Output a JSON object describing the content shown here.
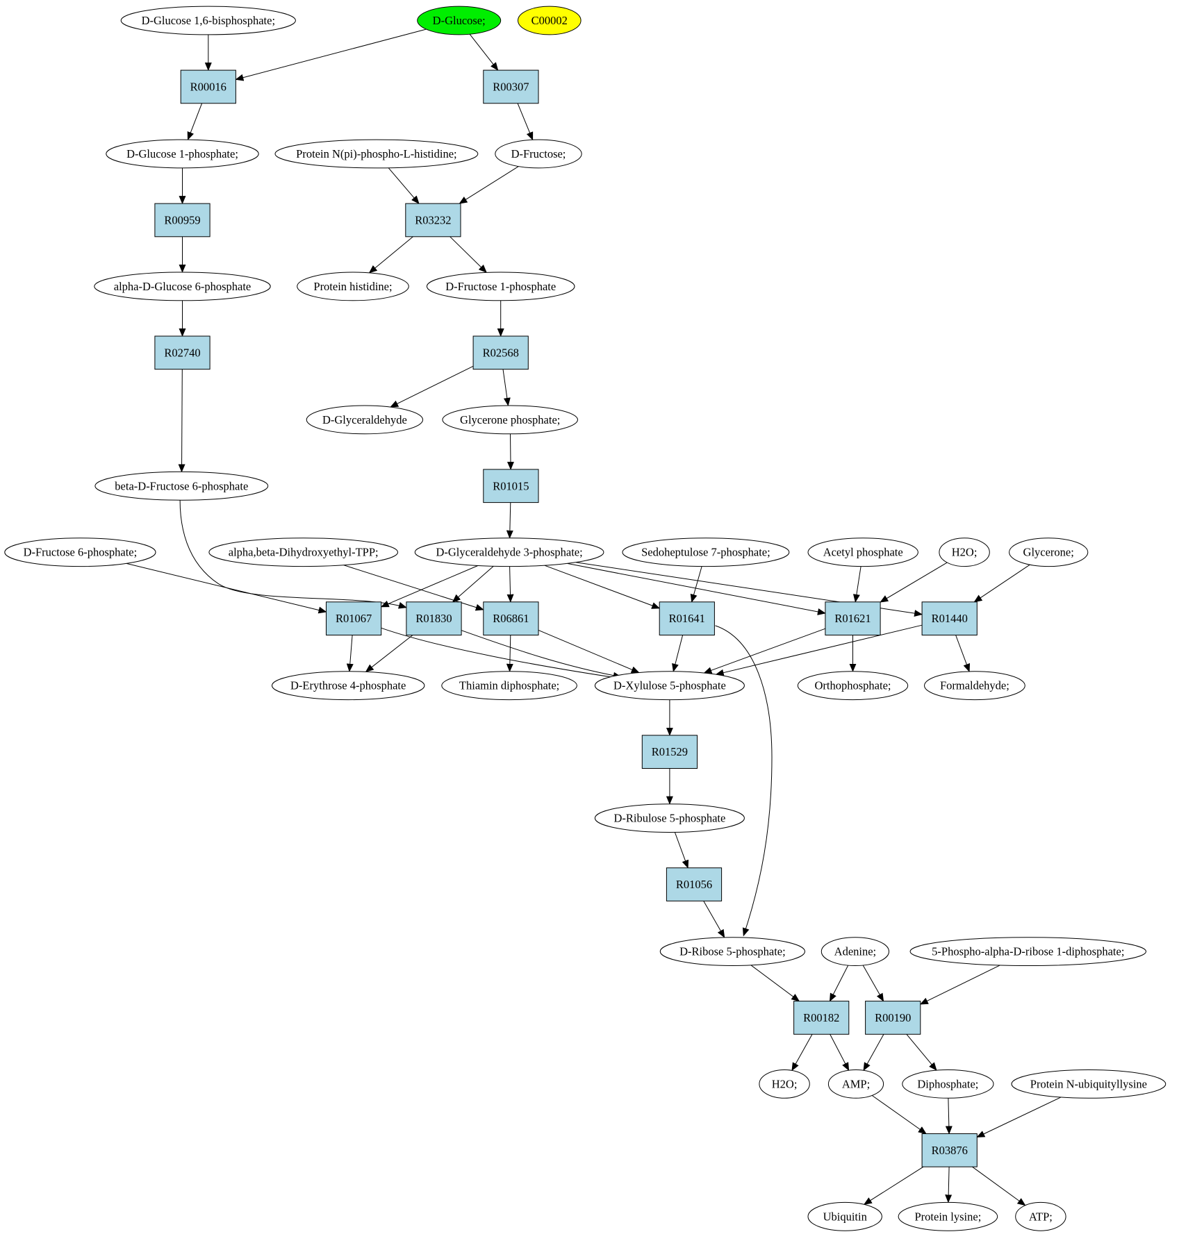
{
  "colors": {
    "background": "#ffffff",
    "compound_fill": "#ffffff",
    "reaction_fill": "#add8e6",
    "highlight_start": "#00ee00",
    "highlight_target": "#ffff00",
    "stroke": "#000000"
  },
  "nodes": [
    {
      "id": "c_glc16bp",
      "type": "compound",
      "label": "D-Glucose 1,6-bisphosphate;"
    },
    {
      "id": "c_glucose",
      "type": "compound",
      "label": "D-Glucose;",
      "fill": "#00ee00"
    },
    {
      "id": "c_c00002",
      "type": "compound",
      "label": "C00002",
      "fill": "#ffff00"
    },
    {
      "id": "r_R00016",
      "type": "reaction",
      "label": "R00016"
    },
    {
      "id": "r_R00307",
      "type": "reaction",
      "label": "R00307"
    },
    {
      "id": "c_glc1p",
      "type": "compound",
      "label": "D-Glucose 1-phosphate;"
    },
    {
      "id": "c_protnphis",
      "type": "compound",
      "label": "Protein N(pi)-phospho-L-histidine;"
    },
    {
      "id": "c_fructose",
      "type": "compound",
      "label": "D-Fructose;"
    },
    {
      "id": "r_R00959",
      "type": "reaction",
      "label": "R00959"
    },
    {
      "id": "r_R03232",
      "type": "reaction",
      "label": "R03232"
    },
    {
      "id": "c_aglc6p",
      "type": "compound",
      "label": "alpha-D-Glucose 6-phosphate"
    },
    {
      "id": "c_prothis",
      "type": "compound",
      "label": "Protein histidine;"
    },
    {
      "id": "c_fru1p",
      "type": "compound",
      "label": "D-Fructose 1-phosphate"
    },
    {
      "id": "r_R02740",
      "type": "reaction",
      "label": "R02740"
    },
    {
      "id": "r_R02568",
      "type": "reaction",
      "label": "R02568"
    },
    {
      "id": "c_glyceraldehyde",
      "type": "compound",
      "label": "D-Glyceraldehyde"
    },
    {
      "id": "c_dhap",
      "type": "compound",
      "label": "Glycerone phosphate;"
    },
    {
      "id": "r_R01015",
      "type": "reaction",
      "label": "R01015"
    },
    {
      "id": "c_bfru6p",
      "type": "compound",
      "label": "beta-D-Fructose 6-phosphate"
    },
    {
      "id": "c_fru6p",
      "type": "compound",
      "label": "D-Fructose 6-phosphate;"
    },
    {
      "id": "c_ahtpp",
      "type": "compound",
      "label": "alpha,beta-Dihydroxyethyl-TPP;"
    },
    {
      "id": "c_g3p",
      "type": "compound",
      "label": "D-Glyceraldehyde 3-phosphate;"
    },
    {
      "id": "c_s7p",
      "type": "compound",
      "label": "Sedoheptulose 7-phosphate;"
    },
    {
      "id": "c_acp",
      "type": "compound",
      "label": "Acetyl phosphate"
    },
    {
      "id": "c_h2o_a",
      "type": "compound",
      "label": "H2O;"
    },
    {
      "id": "c_glycerone",
      "type": "compound",
      "label": "Glycerone;"
    },
    {
      "id": "r_R01067",
      "type": "reaction",
      "label": "R01067"
    },
    {
      "id": "r_R01830",
      "type": "reaction",
      "label": "R01830"
    },
    {
      "id": "r_R06861",
      "type": "reaction",
      "label": "R06861"
    },
    {
      "id": "r_R01641",
      "type": "reaction",
      "label": "R01641"
    },
    {
      "id": "r_R01621",
      "type": "reaction",
      "label": "R01621"
    },
    {
      "id": "r_R01440",
      "type": "reaction",
      "label": "R01440"
    },
    {
      "id": "c_e4p",
      "type": "compound",
      "label": "D-Erythrose 4-phosphate"
    },
    {
      "id": "c_tpp",
      "type": "compound",
      "label": "Thiamin diphosphate;"
    },
    {
      "id": "c_xu5p",
      "type": "compound",
      "label": "D-Xylulose 5-phosphate"
    },
    {
      "id": "c_pi",
      "type": "compound",
      "label": "Orthophosphate;"
    },
    {
      "id": "c_formaldehyde",
      "type": "compound",
      "label": "Formaldehyde;"
    },
    {
      "id": "r_R01529",
      "type": "reaction",
      "label": "R01529"
    },
    {
      "id": "c_ru5p",
      "type": "compound",
      "label": "D-Ribulose 5-phosphate"
    },
    {
      "id": "r_R01056",
      "type": "reaction",
      "label": "R01056"
    },
    {
      "id": "c_r5p",
      "type": "compound",
      "label": "D-Ribose 5-phosphate;"
    },
    {
      "id": "c_adenine",
      "type": "compound",
      "label": "Adenine;"
    },
    {
      "id": "c_prpp",
      "type": "compound",
      "label": "5-Phospho-alpha-D-ribose 1-diphosphate;"
    },
    {
      "id": "r_R00182",
      "type": "reaction",
      "label": "R00182"
    },
    {
      "id": "r_R00190",
      "type": "reaction",
      "label": "R00190"
    },
    {
      "id": "c_h2o_b",
      "type": "compound",
      "label": "H2O;"
    },
    {
      "id": "c_amp",
      "type": "compound",
      "label": "AMP;"
    },
    {
      "id": "c_ppi",
      "type": "compound",
      "label": "Diphosphate;"
    },
    {
      "id": "c_protubq",
      "type": "compound",
      "label": "Protein N-ubiquityllysine"
    },
    {
      "id": "r_R03876",
      "type": "reaction",
      "label": "R03876"
    },
    {
      "id": "c_ubiquitin",
      "type": "compound",
      "label": "Ubiquitin"
    },
    {
      "id": "c_protlys",
      "type": "compound",
      "label": "Protein lysine;"
    },
    {
      "id": "c_atp",
      "type": "compound",
      "label": "ATP;"
    }
  ],
  "edges": [
    [
      "c_glc16bp",
      "r_R00016"
    ],
    [
      "c_glucose",
      "r_R00016"
    ],
    [
      "c_glucose",
      "r_R00307"
    ],
    [
      "r_R00016",
      "c_glc1p"
    ],
    [
      "r_R00307",
      "c_fructose"
    ],
    [
      "c_glc1p",
      "r_R00959"
    ],
    [
      "c_protnphis",
      "r_R03232"
    ],
    [
      "c_fructose",
      "r_R03232"
    ],
    [
      "r_R00959",
      "c_aglc6p"
    ],
    [
      "r_R03232",
      "c_prothis"
    ],
    [
      "r_R03232",
      "c_fru1p"
    ],
    [
      "c_aglc6p",
      "r_R02740"
    ],
    [
      "c_fru1p",
      "r_R02568"
    ],
    [
      "r_R02568",
      "c_glyceraldehyde"
    ],
    [
      "r_R02568",
      "c_dhap"
    ],
    [
      "r_R02740",
      "c_bfru6p"
    ],
    [
      "c_dhap",
      "r_R01015"
    ],
    [
      "r_R01015",
      "c_g3p"
    ],
    [
      "c_fru6p",
      "r_R01067"
    ],
    [
      "c_bfru6p",
      "r_R01830"
    ],
    [
      "c_ahtpp",
      "r_R06861"
    ],
    [
      "c_g3p",
      "r_R01067"
    ],
    [
      "c_g3p",
      "r_R01830"
    ],
    [
      "c_g3p",
      "r_R06861"
    ],
    [
      "c_g3p",
      "r_R01641"
    ],
    [
      "c_g3p",
      "r_R01621"
    ],
    [
      "c_g3p",
      "r_R01440"
    ],
    [
      "c_s7p",
      "r_R01641"
    ],
    [
      "c_acp",
      "r_R01621"
    ],
    [
      "c_h2o_a",
      "r_R01621"
    ],
    [
      "c_glycerone",
      "r_R01440"
    ],
    [
      "r_R01067",
      "c_e4p"
    ],
    [
      "r_R01067",
      "c_xu5p"
    ],
    [
      "r_R01830",
      "c_e4p"
    ],
    [
      "r_R01830",
      "c_xu5p"
    ],
    [
      "r_R06861",
      "c_tpp"
    ],
    [
      "r_R06861",
      "c_xu5p"
    ],
    [
      "r_R01641",
      "c_xu5p"
    ],
    [
      "r_R01641",
      "c_r5p"
    ],
    [
      "r_R01621",
      "c_xu5p"
    ],
    [
      "r_R01621",
      "c_pi"
    ],
    [
      "r_R01440",
      "c_xu5p"
    ],
    [
      "r_R01440",
      "c_formaldehyde"
    ],
    [
      "c_xu5p",
      "r_R01529"
    ],
    [
      "r_R01529",
      "c_ru5p"
    ],
    [
      "c_ru5p",
      "r_R01056"
    ],
    [
      "r_R01056",
      "c_r5p"
    ],
    [
      "c_r5p",
      "r_R00182"
    ],
    [
      "c_adenine",
      "r_R00182"
    ],
    [
      "c_adenine",
      "r_R00190"
    ],
    [
      "c_prpp",
      "r_R00190"
    ],
    [
      "r_R00182",
      "c_h2o_b"
    ],
    [
      "r_R00182",
      "c_amp"
    ],
    [
      "r_R00190",
      "c_amp"
    ],
    [
      "r_R00190",
      "c_ppi"
    ],
    [
      "c_amp",
      "r_R03876"
    ],
    [
      "c_ppi",
      "r_R03876"
    ],
    [
      "c_protubq",
      "r_R03876"
    ],
    [
      "r_R03876",
      "c_ubiquitin"
    ],
    [
      "r_R03876",
      "c_protlys"
    ],
    [
      "r_R03876",
      "c_atp"
    ]
  ]
}
